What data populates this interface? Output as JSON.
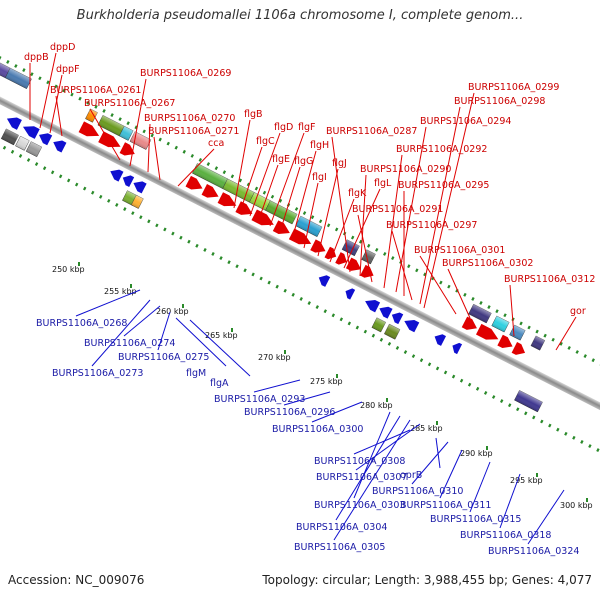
{
  "title": "Burkholderia pseudomallei 1106a chromosome I, complete genom...",
  "footer": {
    "accession_label": "Accession: NC_009076",
    "summary": "Topology: circular; Length: 3,988,455 bp; Genes: 4,077"
  },
  "scale_labels": [
    "250 kbp",
    "255 kbp",
    "260 kbp",
    "265 kbp",
    "270 kbp",
    "275 kbp",
    "280 kbp",
    "285 kbp",
    "290 kbp",
    "295 kbp",
    "300 kbp"
  ],
  "top_gene_labels": [
    "dppB",
    "dppD",
    "dppF",
    "BURPS1106A_0261",
    "BURPS1106A_0267",
    "BURPS1106A_0269",
    "BURPS1106A_0270",
    "BURPS1106A_0271",
    "cca",
    "flgB",
    "flgC",
    "flgD",
    "flgE",
    "flgF",
    "flgG",
    "flgH",
    "flgI",
    "flgJ",
    "flgK",
    "flgL",
    "BURPS1106A_0287",
    "BURPS1106A_0290",
    "BURPS1106A_0291",
    "BURPS1106A_0292",
    "BURPS1106A_0294",
    "BURPS1106A_0295",
    "BURPS1106A_0297",
    "BURPS1106A_0298",
    "BURPS1106A_0299",
    "BURPS1106A_0301",
    "BURPS1106A_0302",
    "BURPS1106A_0312",
    "gor"
  ],
  "bottom_gene_labels": [
    "BURPS1106A_0268",
    "BURPS1106A_0273",
    "BURPS1106A_0274",
    "BURPS1106A_0275",
    "flgM",
    "flgA",
    "BURPS1106A_0293",
    "BURPS1106A_0296",
    "BURPS1106A_0300",
    "BURPS1106A_0303",
    "BURPS1106A_0304",
    "BURPS1106A_0305",
    "BURPS1106A_0307",
    "BURPS1106A_0308",
    "oprB",
    "BURPS1106A_0310",
    "BURPS1106A_0311",
    "BURPS1106A_0315",
    "BURPS1106A_0318",
    "BURPS1106A_0324"
  ],
  "colors": {
    "forward_gene": "#e00000",
    "reverse_gene": "#1010d0",
    "top_label": "#cc0000",
    "bottom_label": "#1a1aa6",
    "backbone": "#9a9a9a",
    "tick_green": "#2a8a2a"
  }
}
